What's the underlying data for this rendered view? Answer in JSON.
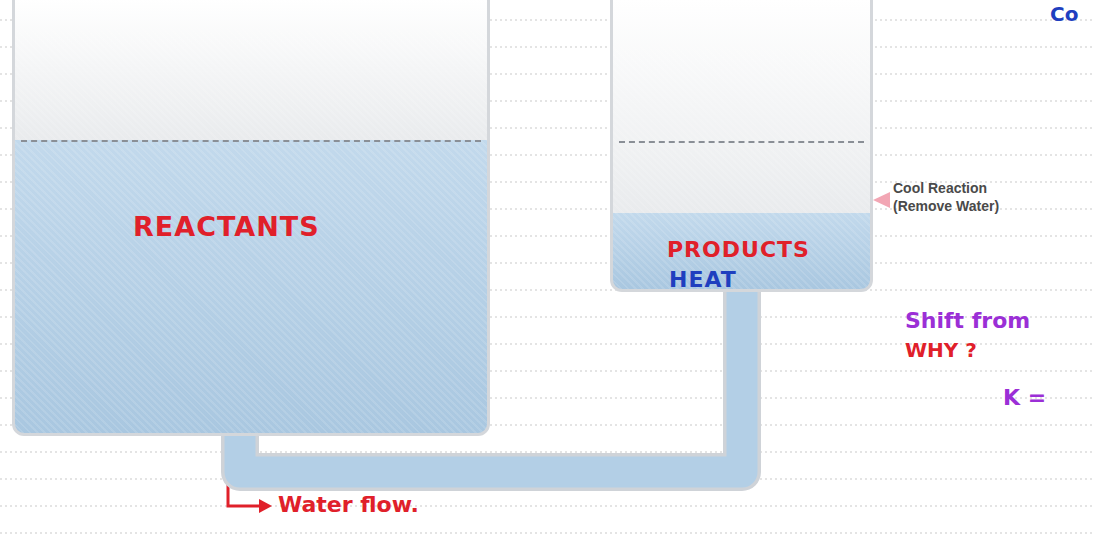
{
  "diagram": {
    "nodes": [
      {
        "text": [
          "REACTANTS"
        ]
      },
      {
        "text": [
          "PRODUCTS",
          "HEAT"
        ]
      }
    ],
    "edges": [
      {
        "from": 0,
        "to": 1,
        "arrow": "none"
      }
    ],
    "labels": [
      "Water flow.",
      "Cool Reaction (Remove Water)",
      "Shift from",
      "WHY ?",
      "K = ",
      "Co"
    ]
  }
}
